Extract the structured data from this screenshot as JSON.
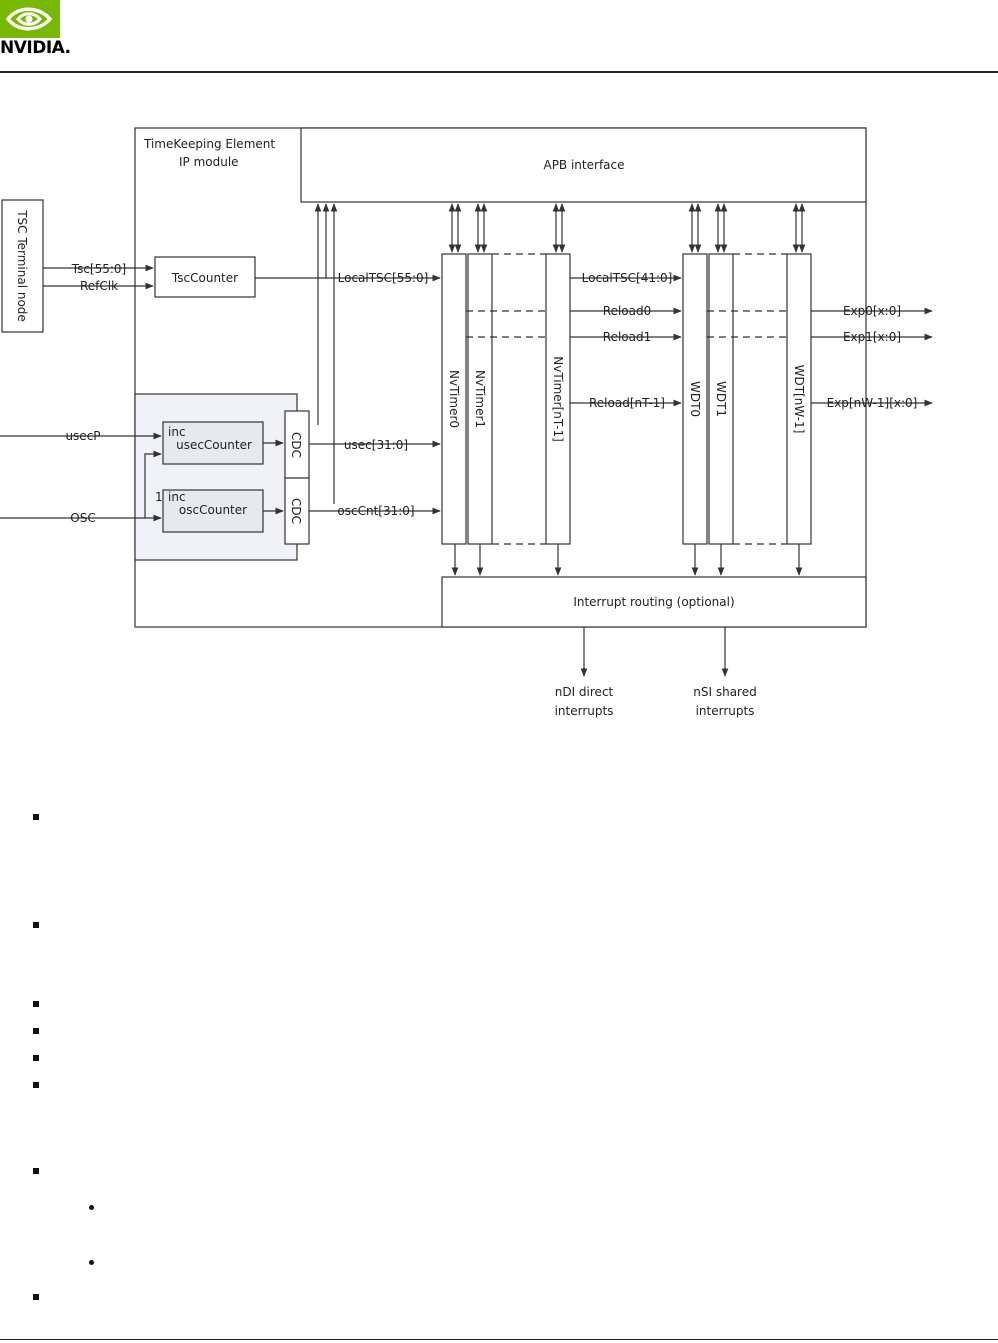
{
  "header": {
    "logo_text": "NVIDIA.",
    "brand_color": "#76b900"
  },
  "diagram": {
    "module_title_line1": "TimeKeeping Element",
    "module_title_line2": "IP module",
    "apb_label": "APB interface",
    "tsc_node_label": "TSC Terminal node",
    "tsc_signal": "Tsc[55:0]",
    "refclk_signal": "RefClk",
    "tsc_counter_label": "TscCounter",
    "local_tsc_signal": "LocalTSC[55:0]",
    "usecp_signal": "usecP",
    "osc_signal": "OSC",
    "usec_counter_inc": "inc",
    "usec_counter_label": "usecCounter",
    "osc_counter_inc": "inc",
    "osc_counter_one": "1",
    "osc_counter_label": "oscCounter",
    "cdc_label": "CDC",
    "usec_out_signal": "usec[31:0]",
    "osccnt_signal": "oscCnt[31:0]",
    "timers": [
      "NvTimer0",
      "NvTimer1",
      "NvTimer[nT-1]"
    ],
    "wdts": [
      "WDT0",
      "WDT1",
      "WDT[nW-1]"
    ],
    "local_tsc41_signal": "LocalTSC[41:0]",
    "reload0": "Reload0",
    "reload1": "Reload1",
    "reload_n": "Reload[nT-1]",
    "exp0": "Exp0[x:0]",
    "exp1": "Exp1[x:0]",
    "exp_n": "Exp[nW-1][x:0]",
    "interrupt_label": "Interrupt routing (optional)",
    "ndi_line1": "nDI direct",
    "ndi_line2": "interrupts",
    "nsi_line1": "nSI shared",
    "nsi_line2": "interrupts",
    "counter_bg_color": "#f1f2f8"
  }
}
